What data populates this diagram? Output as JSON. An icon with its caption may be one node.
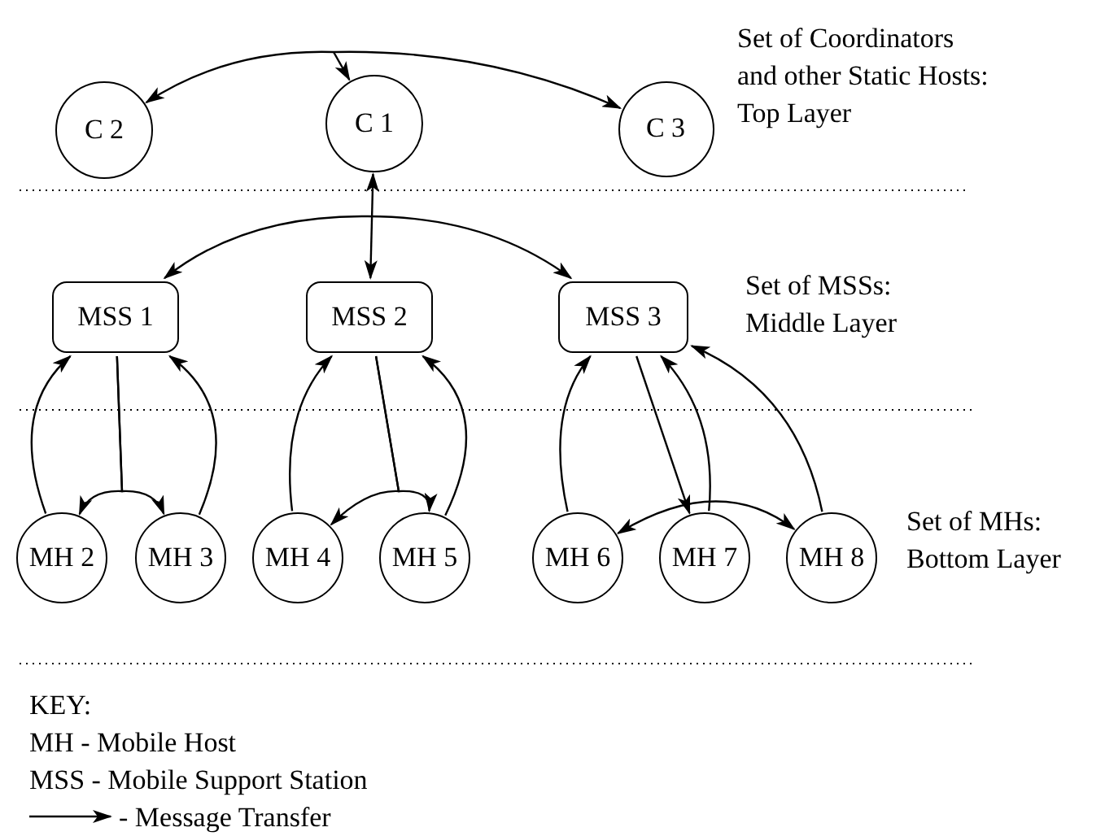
{
  "diagram": {
    "nodes": [
      {
        "text": [
          "C 2"
        ]
      },
      {
        "text": [
          "C 1"
        ]
      },
      {
        "text": [
          "C 3"
        ]
      },
      {
        "text": [
          "MSS 1"
        ]
      },
      {
        "text": [
          "MSS 2"
        ]
      },
      {
        "text": [
          "MSS 3"
        ]
      },
      {
        "text": [
          "MH 2"
        ]
      },
      {
        "text": [
          "MH 3"
        ]
      },
      {
        "text": [
          "MH 4"
        ]
      },
      {
        "text": [
          "MH 5"
        ]
      },
      {
        "text": [
          "MH 6"
        ]
      },
      {
        "text": [
          "MH 7"
        ]
      },
      {
        "text": [
          "MH 8"
        ]
      }
    ],
    "edges": [
      {
        "from": null,
        "to": 0,
        "arrow": "to"
      },
      {
        "from": null,
        "to": 1,
        "arrow": "to"
      },
      {
        "from": null,
        "to": 2,
        "arrow": "to"
      },
      {
        "from": 4,
        "to": 1,
        "arrow": "both"
      },
      {
        "from": null,
        "to": 3,
        "arrow": "to"
      },
      {
        "from": null,
        "to": 5,
        "arrow": "to"
      },
      {
        "from": 3,
        "to": 6,
        "arrow": "to"
      },
      {
        "from": 3,
        "to": 7,
        "arrow": "to"
      },
      {
        "from": 6,
        "to": 3,
        "arrow": "to"
      },
      {
        "from": 7,
        "to": 3,
        "arrow": "to"
      },
      {
        "from": 4,
        "to": 8,
        "arrow": "to"
      },
      {
        "from": 4,
        "to": 9,
        "arrow": "to"
      },
      {
        "from": 8,
        "to": 4,
        "arrow": "to"
      },
      {
        "from": 9,
        "to": 4,
        "arrow": "to"
      },
      {
        "from": 5,
        "to": 11,
        "arrow": "to"
      },
      {
        "from": 10,
        "to": 5,
        "arrow": "to"
      },
      {
        "from": 11,
        "to": 5,
        "arrow": "to"
      },
      {
        "from": 12,
        "to": 5,
        "arrow": "to"
      },
      {
        "from": 10,
        "to": 12,
        "arrow": "both"
      }
    ],
    "labels": [
      "Set of Coordinators and other Static Hosts: Top Layer",
      "Set of MSSs: Middle Layer",
      "Set of MHs: Bottom Layer",
      "KEY:",
      "MH - Mobile Host",
      "MSS - Mobile Support Station"
    ],
    "legend": [
      {
        "text": "- Message Transfer"
      }
    ]
  }
}
